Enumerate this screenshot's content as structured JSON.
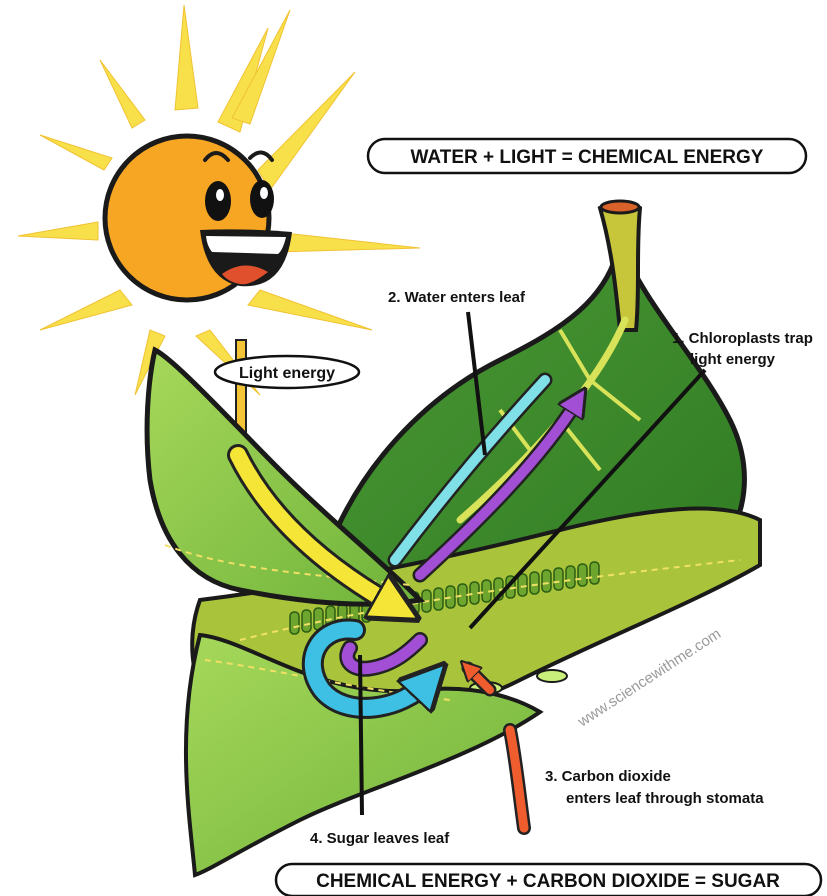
{
  "equations": {
    "top": "WATER + LIGHT = CHEMICAL ENERGY",
    "bottom": "CHEMICAL ENERGY + CARBON DIOXIDE = SUGAR"
  },
  "labels": {
    "light_energy": "Light energy",
    "water_enters": "2. Water enters leaf",
    "chloroplasts": [
      "1. Chloroplasts trap",
      "light energy"
    ],
    "carbon_dioxide": [
      "3. Carbon dioxide",
      "enters leaf through stomata"
    ],
    "sugar_leaves": "4. Sugar leaves leaf"
  },
  "watermark": "www.sciencewithme.com",
  "colors": {
    "sun": "#f6a623",
    "sun_rays": "#f8e04a",
    "leaf_dark": "#3f8f2c",
    "leaf_light": "#8cc63f",
    "leaf_cross_section": "#a9c43a",
    "light_arrow": "#f5e536",
    "water_arrow": "#7fe0e8",
    "sugar_arrow": "#a24fd6",
    "cycle_arrow": "#3dc0e3",
    "co2_arrow": "#ef5d2f"
  },
  "icons": {
    "sun": "smiling-sun-icon",
    "leaf": "leaf-icon"
  }
}
